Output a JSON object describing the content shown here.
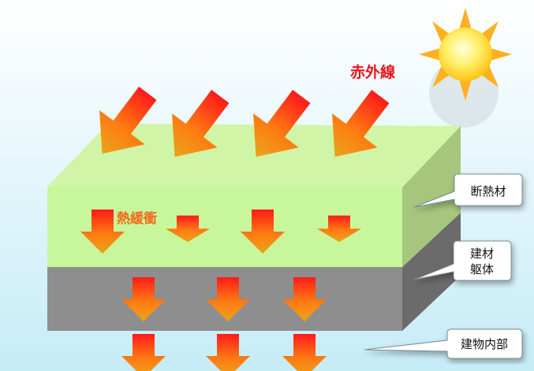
{
  "labels": {
    "infrared": "赤外線",
    "heat_buffer": "熱緩衝",
    "insulation": "断熱材",
    "building_body_line1": "建材",
    "building_body_line2": "躯体",
    "interior": "建物内部"
  },
  "colors": {
    "accent_red": "#e8131b",
    "accent_orange": "#f26a1b",
    "insulation_top": "#d2f7a6",
    "insulation_front": "#c8f79a",
    "insulation_side": "#a7c97c",
    "body_front": "#8f8f8f",
    "body_side": "#6d6d6d",
    "sun": "#ffd21a"
  }
}
